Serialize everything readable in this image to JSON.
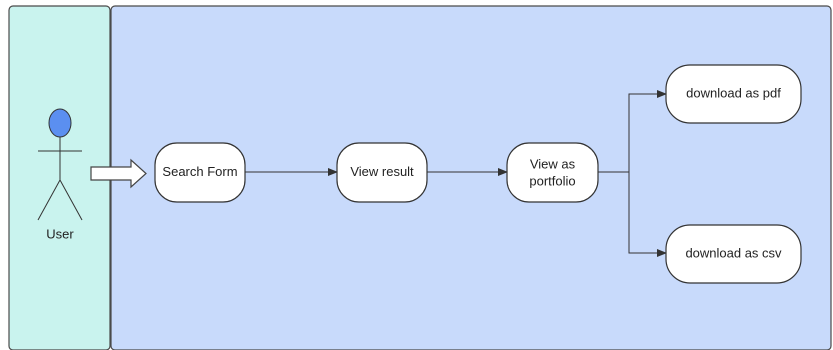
{
  "colors": {
    "user_lane": "#c9f3ee",
    "main_lane": "#c8dafb",
    "lane_border": "#4a4a4a",
    "actor_head": "#5b8ff0",
    "node_fill": "#ffffff",
    "node_border": "#333333",
    "edge": "#333333",
    "hollow_arrow": "#444444"
  },
  "actor": {
    "label": "User"
  },
  "nodes": {
    "search_form": "Search Form",
    "view_result": "View result",
    "view_as_portfolio_line1": "View as",
    "view_as_portfolio_line2": "portfolio",
    "download_pdf": "download as pdf",
    "download_csv": "download as csv"
  }
}
